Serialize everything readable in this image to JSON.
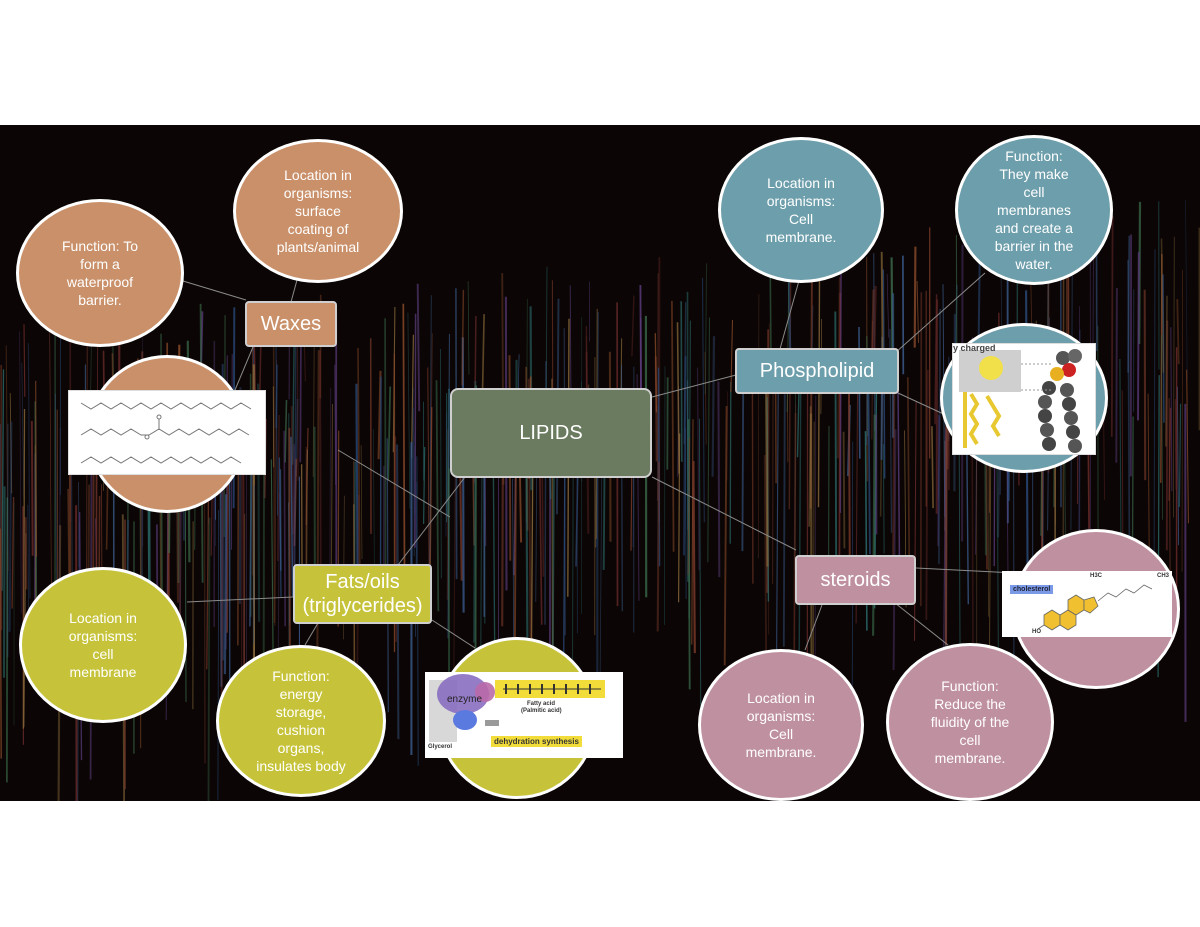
{
  "colors": {
    "background": "#0b0605",
    "center": "#6b7b5f",
    "waxes": "#c9906a",
    "phospholipid": "#6d9eab",
    "fats": "#c6c33a",
    "steroids": "#bf909f"
  },
  "center": {
    "label": "LIPIDS"
  },
  "waxes": {
    "label": "Waxes",
    "function": "Function: To\nform a\nwaterproof\nbarrier.",
    "location": "Location in\norganisms:\nsurface\ncoating of\nplants/animal"
  },
  "phospholipid": {
    "label": "Phospholipid",
    "location": "Location in\norganisms:\nCell\nmembrane.",
    "function": "Function:\nThey make\ncell\nmembranes\nand create a\nbarrier in the\nwater.",
    "image_text": "y charged"
  },
  "fats": {
    "label": "Fats/oils\n(triglycerides)",
    "location": "Location in\norganisms:\ncell\nmembrane",
    "function": "Function:\nenergy\nstorage,\ncushion\norgans,\ninsulates body",
    "image_labels": {
      "enzyme": "enzyme",
      "fatty_acid": "Fatty acid",
      "fatty_acid_sub": "(Palmitic acid)",
      "glycerol": "Glycerol",
      "caption": "dehydration synthesis"
    }
  },
  "steroids": {
    "label": "steroids",
    "location": "Location in\norganisms:\nCell\nmembrane.",
    "function": "Function:\nReduce the\nfluidity of the\ncell\nmembrane.",
    "image_tag": "cholesterol",
    "image_labels": {
      "h3c": "H3C",
      "ch3": "CH3",
      "ho": "HO"
    }
  }
}
